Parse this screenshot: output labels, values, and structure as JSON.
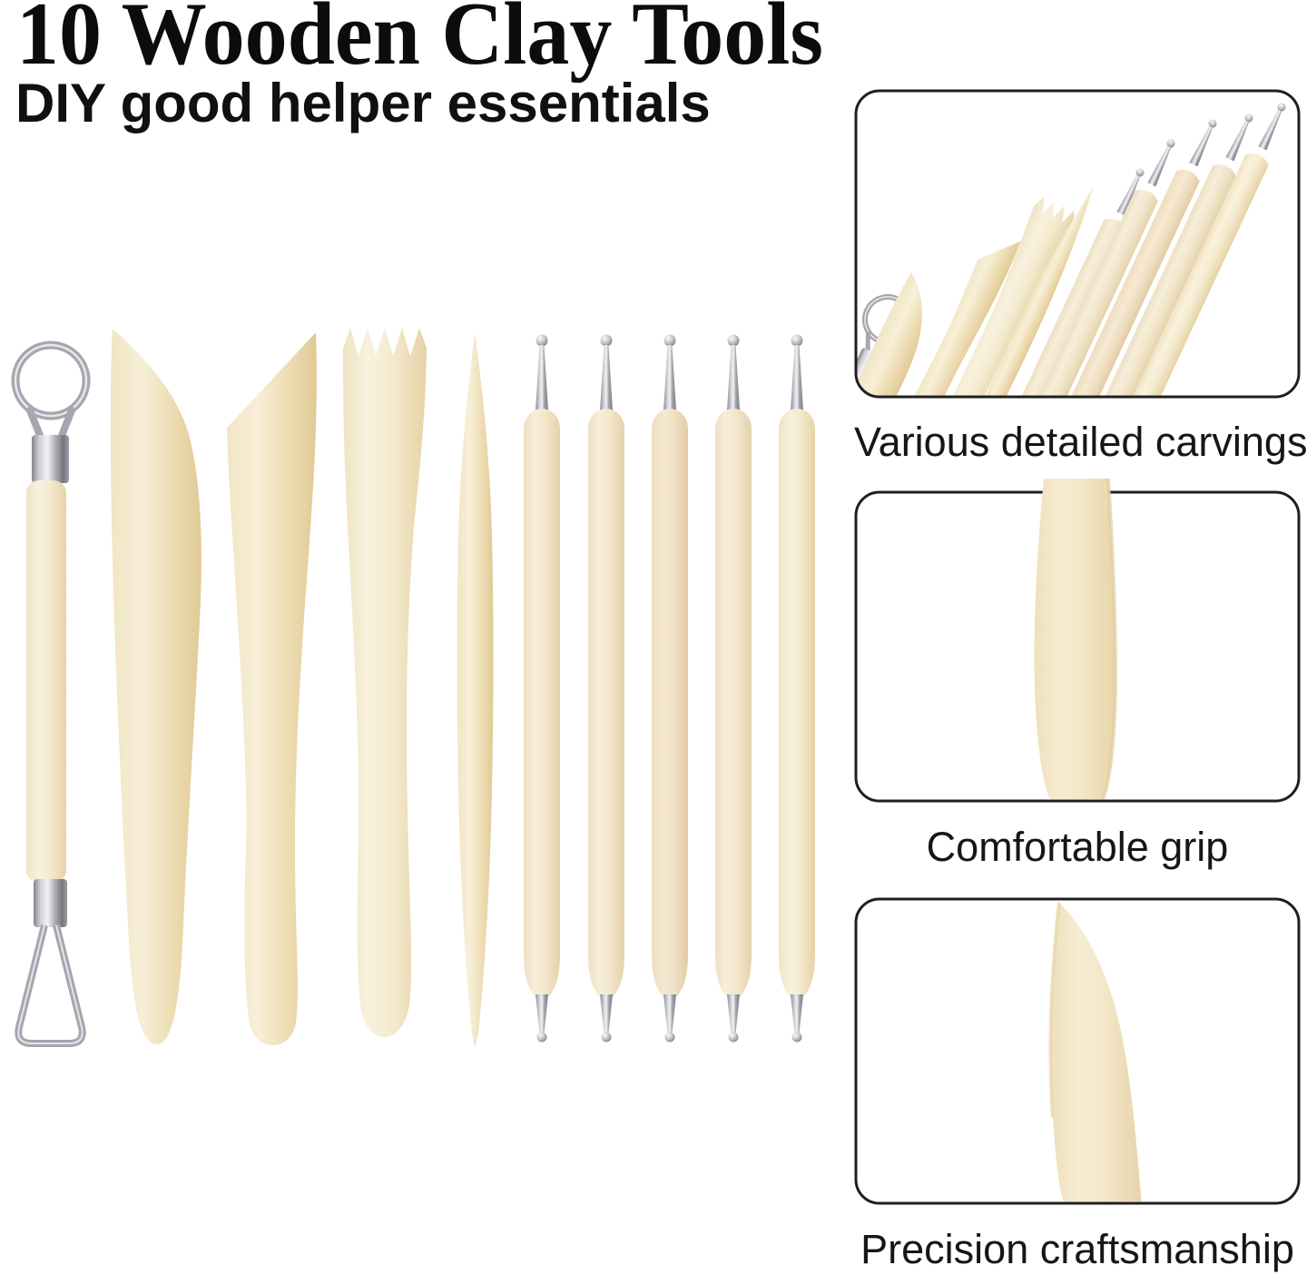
{
  "header": {
    "title": "10 Wooden Clay Tools",
    "subtitle": "DIY good helper essentials"
  },
  "features": [
    {
      "caption": "Various detailed carvings"
    },
    {
      "caption": "Comfortable grip"
    },
    {
      "caption": "Precision craftsmanship"
    }
  ],
  "product": {
    "tool_count": 10,
    "tools": [
      "wire-loop-tool",
      "knife-shaping-tool",
      "angled-chisel-tool",
      "serrated-comb-tool",
      "tapered-point-tool",
      "ball-stylus-tool",
      "ball-stylus-tool",
      "ball-stylus-tool",
      "ball-stylus-tool",
      "ball-stylus-tool"
    ]
  },
  "colors": {
    "background": "#ffffff",
    "text": "#111111",
    "frame_border": "#1f1f1f",
    "wood_light": "#f8f1dd",
    "wood_mid": "#f2e4c2",
    "wood_shadow": "#e2cb97",
    "metal_light": "#f2f2f6",
    "metal_mid": "#b2b2ba",
    "metal_dark": "#77777f"
  }
}
